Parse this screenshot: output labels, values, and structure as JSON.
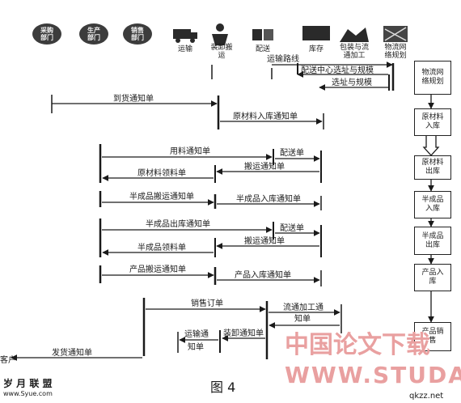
{
  "departments": [
    {
      "label": "采购\n部门"
    },
    {
      "label": "生产\n部门"
    },
    {
      "label": "销售\n部门"
    }
  ],
  "icons": [
    {
      "label": "运输"
    },
    {
      "label": "装卸搬\n运",
      "label_line2": "搬运"
    },
    {
      "label": "配送"
    },
    {
      "label": "库存"
    },
    {
      "label": "包装与流\n通加工"
    },
    {
      "label": "物流网\n络规划"
    }
  ],
  "flow_labels": {
    "yunshu_luxian": "运输路线",
    "peisong_zhongxin": "配送中心选址与规模",
    "xuanzhi": "选址与规模",
    "daohuo": "到货通知单",
    "yuancailiao_ruku": "原材料入库通知单",
    "yongliao": "用料通知单",
    "peisongdan1": "配送单",
    "banyun1": "搬运通知单",
    "yuancailiao_lingliao": "原材料领料单",
    "banchengpin_banyun": "半成品搬运通知单",
    "banchengpin_ruku": "半成品入库通知单",
    "banchengpin_chuku": "半成品出库通知单",
    "peisongdan2": "配送单",
    "banyun2": "搬运通知单",
    "banchengpin_lingliao": "半成品领料单",
    "chanpin_banyun": "产品搬运通知单",
    "chanpin_ruku": "产品入库通知单",
    "xiaoshou_dingdan": "销售订单",
    "liutong_jiagong_1": "流通加工通",
    "liutong_jiagong_2": "知单",
    "yunshu_tong_1": "运输通",
    "yunshu_tong_2": "知单",
    "zhuangxie": "装卸通知单",
    "fahuo": "发货通知单",
    "kehu": "客户"
  },
  "process_boxes": [
    {
      "label": "物流网\n络规划"
    },
    {
      "label": "原材料\n入库"
    },
    {
      "label": "原材料\n出库"
    },
    {
      "label": "半成品\n入库"
    },
    {
      "label": "半成品\n出库"
    },
    {
      "label": "产品入\n库"
    },
    {
      "label": "产品销\n售"
    }
  ],
  "caption": "图 4",
  "watermarks": {
    "red_cn": "中国论文下载",
    "red_url": "WWW.STUDA.",
    "bottom_left_cn": "岁 月 联 盟",
    "bottom_left_url": "www.Syue.com",
    "bottom_right": "qkzz.net"
  }
}
